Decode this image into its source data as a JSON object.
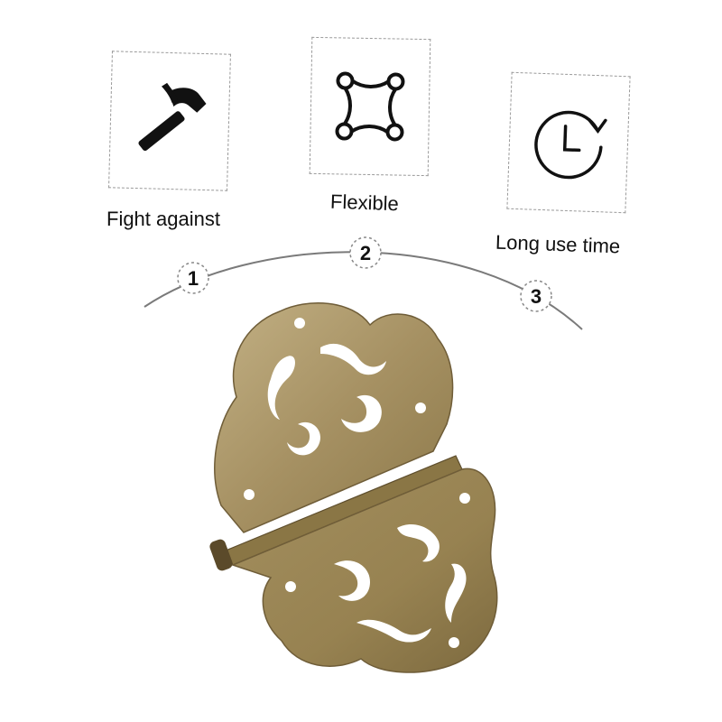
{
  "features": [
    {
      "label": "Fight against",
      "icon": "hammer-icon",
      "step": "1"
    },
    {
      "label": "Flexible",
      "icon": "network-nodes-icon",
      "step": "2"
    },
    {
      "label": "Long use time",
      "icon": "clock-refresh-icon",
      "step": "3"
    }
  ],
  "colors": {
    "icon": "#111111",
    "box_border": "#9a9a9a",
    "arc": "#7a7a7a",
    "hinge_light": "#b9a679",
    "hinge_mid": "#9c8758",
    "hinge_dark": "#6f5d38"
  },
  "product": "brass-decorative-hinge"
}
